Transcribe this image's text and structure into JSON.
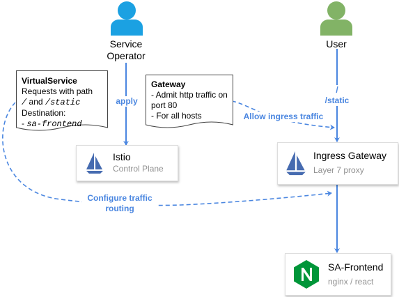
{
  "actors": {
    "operator": {
      "label_line1": "Service",
      "label_line2": "Operator",
      "icon": "person-icon",
      "color": "#1ba1e2"
    },
    "user": {
      "label": "User",
      "icon": "person-icon",
      "color": "#82b366"
    }
  },
  "notes": {
    "virtualservice": {
      "title": "VirtualService",
      "line1": "Requests with path",
      "line2_a": "/",
      "line2_b": " and ",
      "line2_c": "/static",
      "line3": "Destination:",
      "line4_a": "- ",
      "line4_b": "sa-frontend"
    },
    "gateway": {
      "title": "Gateway",
      "line1": "- Admit http traffic on",
      "line2": "port 80",
      "line3": "- For all hosts"
    }
  },
  "nodes": {
    "istio": {
      "title": "Istio",
      "subtitle": "Control Plane",
      "icon": "istio-sail-icon"
    },
    "ingress": {
      "title": "Ingress Gateway",
      "subtitle": "Layer 7 proxy",
      "icon": "istio-sail-icon"
    },
    "frontend": {
      "title": "SA-Frontend",
      "subtitle": "nginx / react",
      "icon": "nginx-icon"
    }
  },
  "edges": {
    "apply": "apply",
    "path_line1": "/",
    "path_line2": "/static",
    "allow": "Allow ingress traffic",
    "configure_line1": "Configure traffic",
    "configure_line2": "routing"
  },
  "colors": {
    "edge": "#4a86e0",
    "istio_sail": "#466bb0",
    "nginx": "#009639"
  }
}
